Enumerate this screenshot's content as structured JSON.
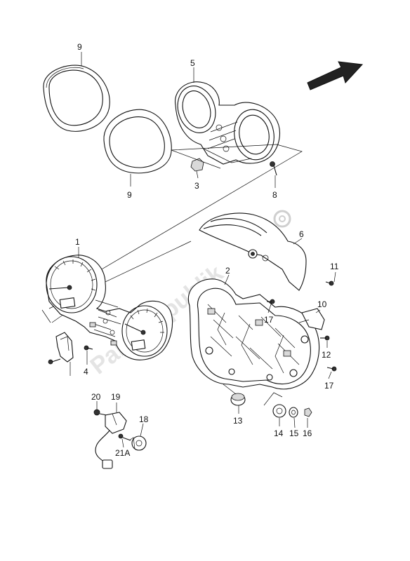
{
  "labels": {
    "p1": "1",
    "p2": "2",
    "p3": "3",
    "p4": "4",
    "p5": "5",
    "p6": "6",
    "p8": "8",
    "p9a": "9",
    "p9b": "9",
    "p10": "10",
    "p11": "11",
    "p12": "12",
    "p13": "13",
    "p14": "14",
    "p15": "15",
    "p16": "16",
    "p17a": "17",
    "p17b": "17",
    "p18": "18",
    "p19": "19",
    "p20": "20",
    "p21a": "21A"
  },
  "watermark": "PartsRepublik"
}
